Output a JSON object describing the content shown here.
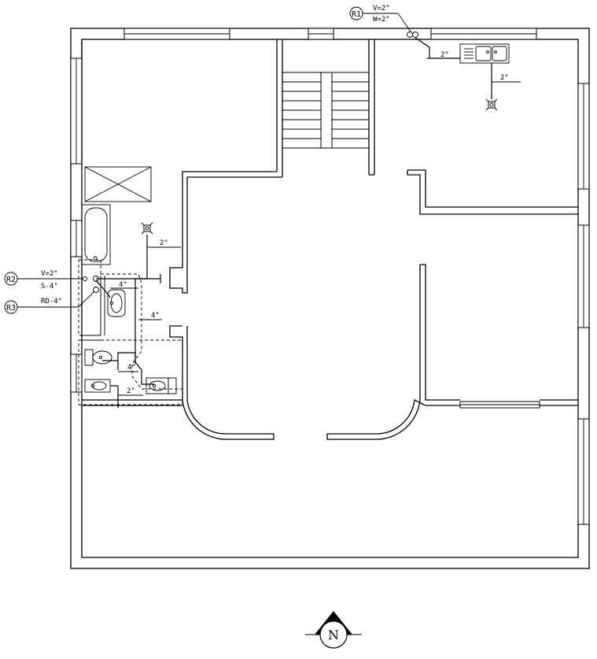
{
  "risers": [
    {
      "id": "R1",
      "lines": [
        "V=2\"",
        "W=2\""
      ]
    },
    {
      "id": "R2",
      "lines": [
        "V=2\"",
        "S-4\""
      ]
    },
    {
      "id": "R3",
      "lines": [
        "RD-4\""
      ]
    }
  ],
  "pipe_sizes": [
    "2\"",
    "2\"",
    "2\"",
    "4\"",
    "4\"",
    "4\"",
    "2\""
  ],
  "north_label": "N"
}
